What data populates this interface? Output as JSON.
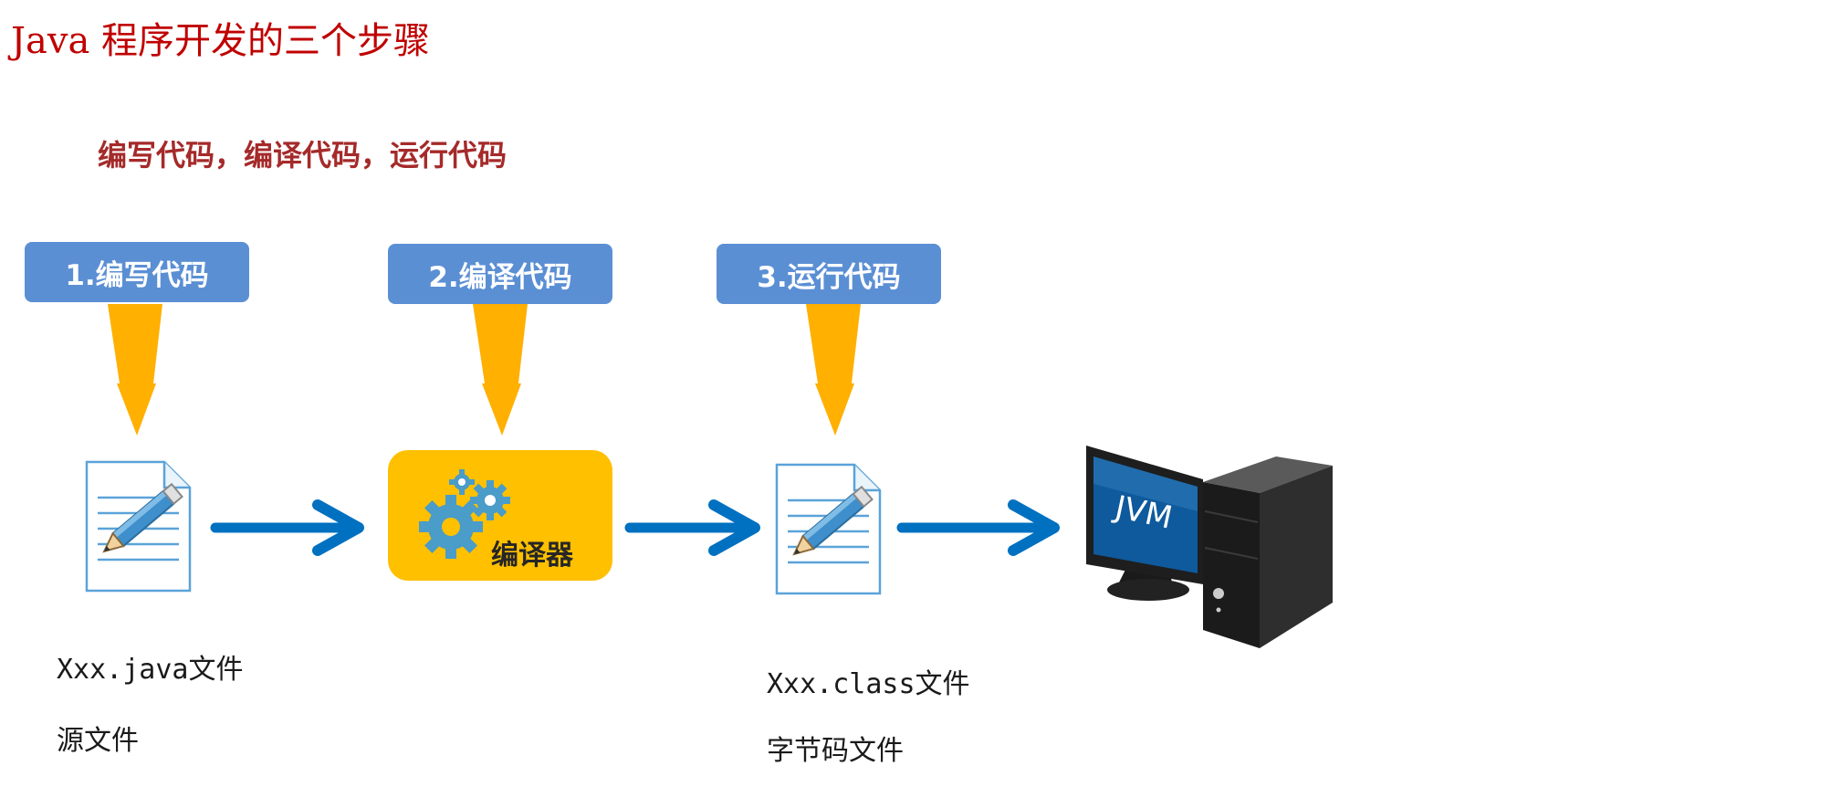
{
  "header": {
    "title": "Java 程序开发的三个步骤",
    "subtitle": "编写代码，编译代码，运行代码"
  },
  "steps": [
    {
      "label": "1.编写代码"
    },
    {
      "label": "2.编译代码"
    },
    {
      "label": "3.运行代码"
    }
  ],
  "compiler": {
    "label": "编译器"
  },
  "source_file": {
    "name": "Xxx.java文件",
    "caption": "源文件"
  },
  "class_file": {
    "name": "Xxx.class文件",
    "caption": "字节码文件"
  },
  "jvm": {
    "label": "JVM"
  },
  "colors": {
    "title_red": "#C00000",
    "subtitle_red": "#A52A2A",
    "step_blue": "#5B8FD4",
    "down_arrow_orange": "#FFB000",
    "flow_arrow_blue": "#0070C0",
    "compiler_yellow": "#FFC000",
    "gear_blue": "#4A9CC9"
  },
  "icons": [
    "document-pencil-icon",
    "gear-icon",
    "computer-icon",
    "arrow-down-icon",
    "arrow-right-icon"
  ]
}
